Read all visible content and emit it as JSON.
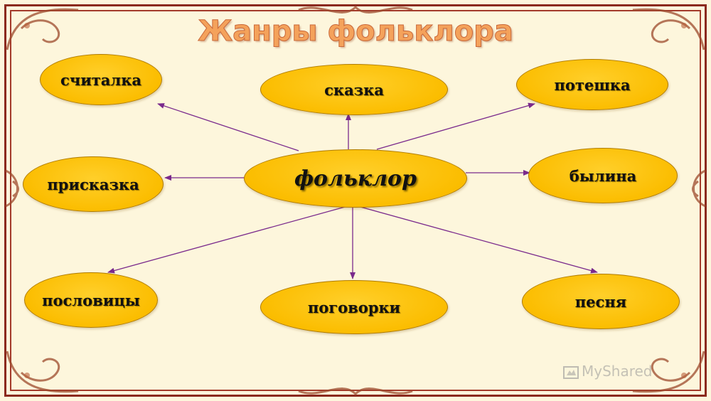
{
  "title": "Жанры фольклора",
  "center": "фольклор",
  "genres": {
    "schitalka": "считалка",
    "skazka": "сказка",
    "poteshka": "потешка",
    "priskazka": "присказка",
    "bylina": "былина",
    "poslovitsy": "пословицы",
    "pogovorki": "поговорки",
    "pesnya": "песня"
  },
  "watermark": "MyShared",
  "colors": {
    "node_fill": "#fbbd00",
    "arrow": "#7a2a8c",
    "title": "#f4a25b",
    "frame": "#8b2a1e",
    "background": "#fdf6dc"
  }
}
